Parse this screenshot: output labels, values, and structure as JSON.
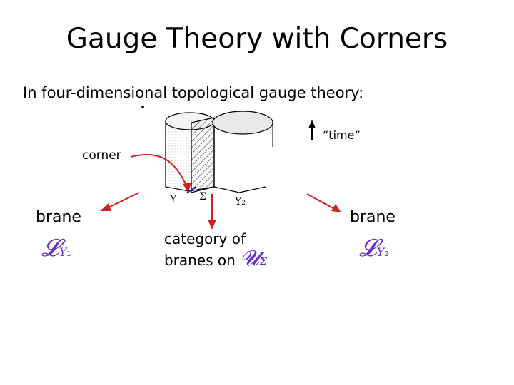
{
  "title": "Gauge Theory with Corners",
  "subtitle": "In four-dimensional topological gauge theory:",
  "time_label": "“time”",
  "corner_label": "corner",
  "figure_labels": {
    "y1": "Y",
    "sigma": "Σ",
    "y2": "Y",
    "y2_sub": "2"
  },
  "left": {
    "label": "brane",
    "symbol": "𝓛",
    "sub_main": "Y",
    "sub_index": "1"
  },
  "right": {
    "label": "brane",
    "symbol": "𝓛",
    "sub_main": "Y",
    "sub_index": "2"
  },
  "center": {
    "line1": "category of",
    "line2": "branes on",
    "symbol": "𝓤",
    "symbol_sub": "Σ"
  },
  "colors": {
    "arrow": "#cc2222",
    "symbol": "#6a2fc9",
    "corner_line": "#2233cc"
  }
}
